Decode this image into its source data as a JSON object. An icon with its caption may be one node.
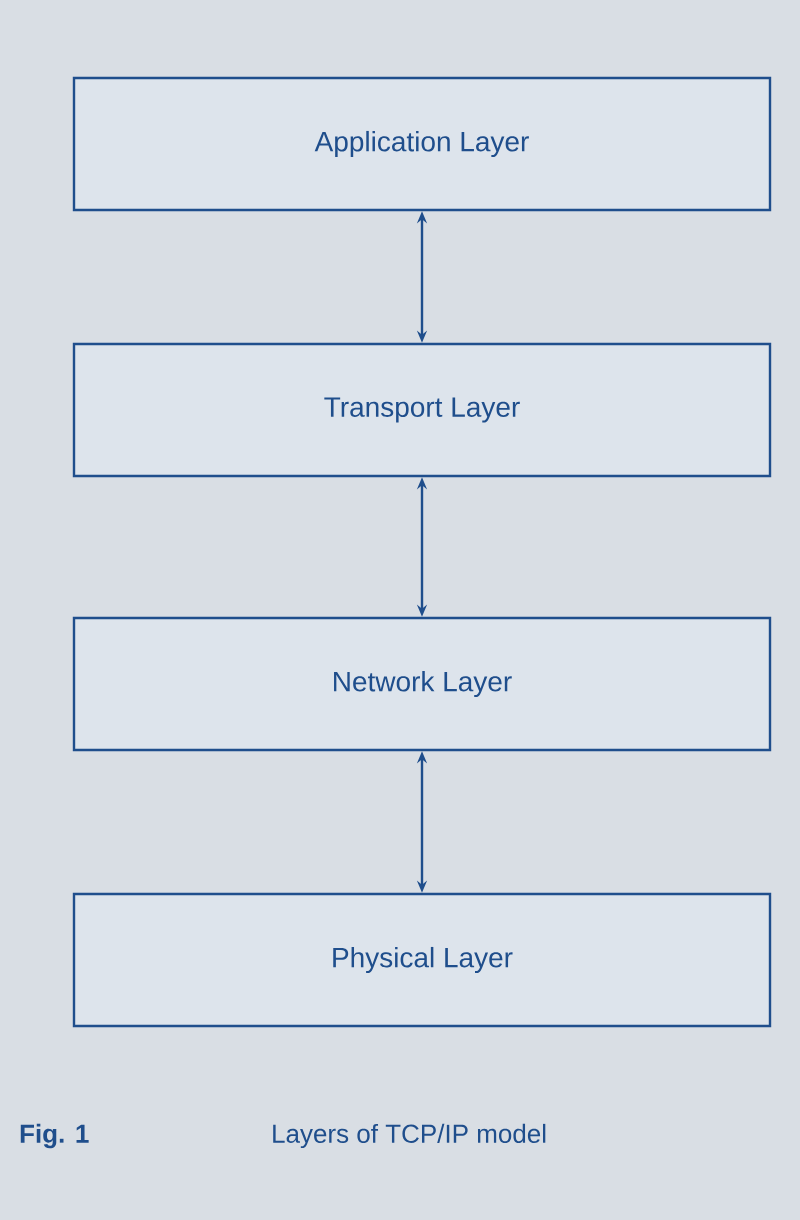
{
  "diagram": {
    "caption": "Layers of TCP/IP model",
    "nodes": [
      {
        "text": [
          "Application Layer"
        ]
      },
      {
        "text": [
          "Transport Layer"
        ]
      },
      {
        "text": [
          "Network Layer"
        ]
      },
      {
        "text": [
          "Physical Layer"
        ]
      }
    ],
    "edges": [
      {
        "from": 0,
        "to": 1,
        "arrow": "both"
      },
      {
        "from": 1,
        "to": 2,
        "arrow": "both"
      },
      {
        "from": 2,
        "to": 3,
        "arrow": "both"
      }
    ],
    "labels": [
      "Fig. 1"
    ]
  }
}
